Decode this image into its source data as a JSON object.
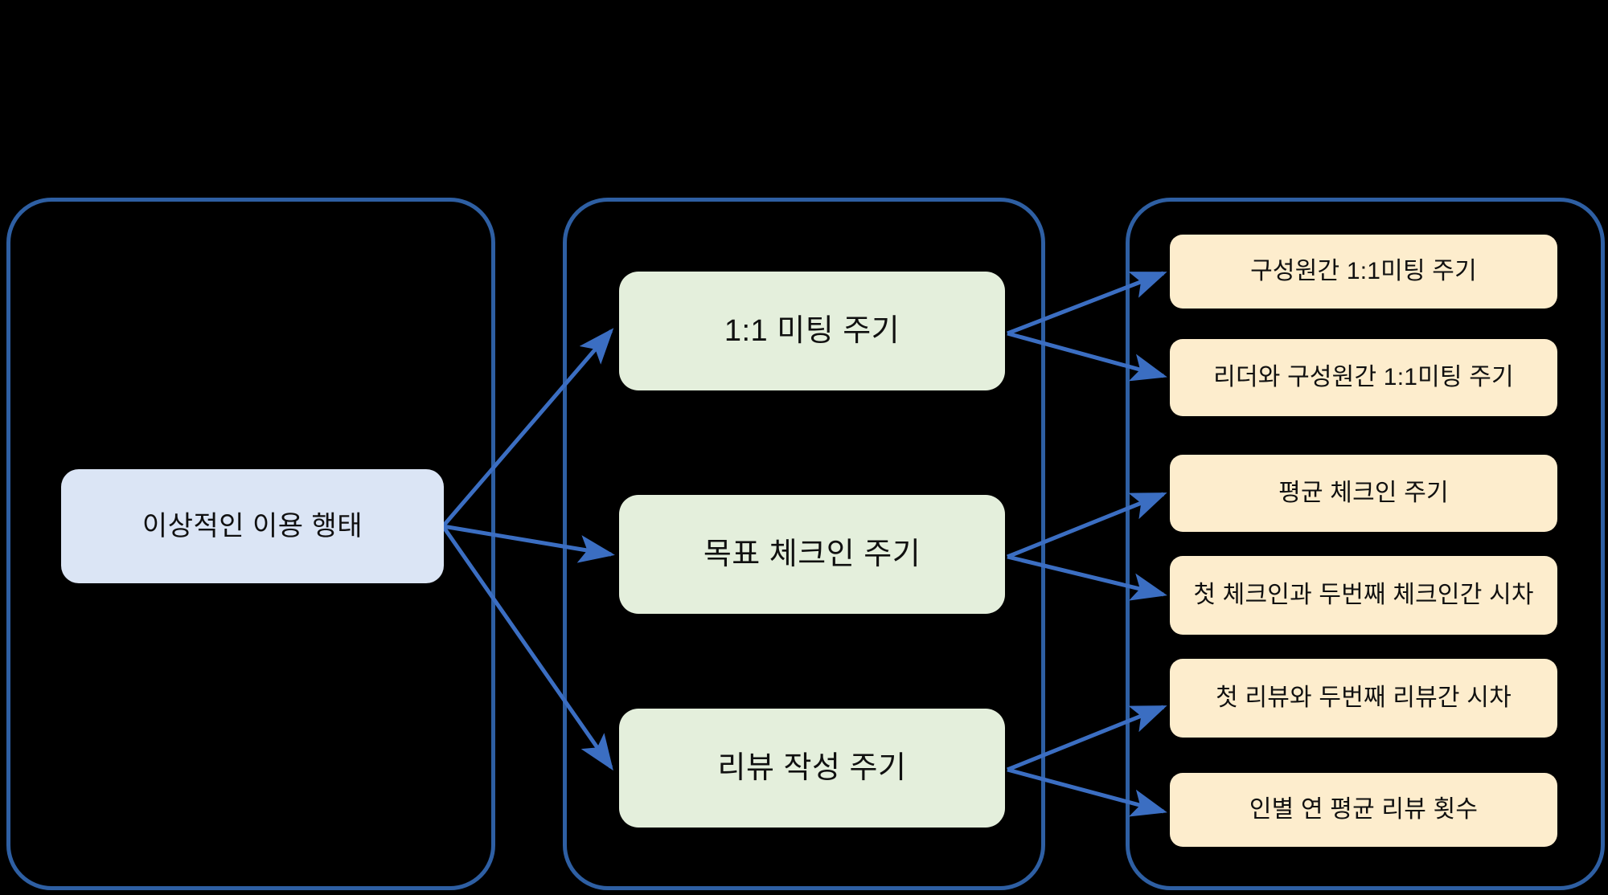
{
  "diagram": {
    "background_color": "#000000",
    "edge_color": "#3b6ec2",
    "group_border_color": "#2e5fa3",
    "root": {
      "label": "이상적인 이용 행태",
      "fill": "#dbe5f5"
    },
    "groups": [
      {
        "name": "group-behavior"
      },
      {
        "name": "group-cycle"
      },
      {
        "name": "group-metric"
      }
    ],
    "middle": [
      {
        "label": "1:1 미팅 주기",
        "fill": "#e4efdc"
      },
      {
        "label": "목표 체크인 주기",
        "fill": "#e4efdc"
      },
      {
        "label": "리뷰 작성 주기",
        "fill": "#e4efdc"
      }
    ],
    "leaves": [
      {
        "label": "구성원간 1:1미팅 주기",
        "fill": "#fdedcd"
      },
      {
        "label": "리더와 구성원간 1:1미팅 주기",
        "fill": "#fdedcd"
      },
      {
        "label": "평균 체크인 주기",
        "fill": "#fdedcd"
      },
      {
        "label": "첫 체크인과 두번째 체크인간 시차",
        "fill": "#fdedcd"
      },
      {
        "label": "첫 리뷰와 두번째 리뷰간 시차",
        "fill": "#fdedcd"
      },
      {
        "label": "인별 연 평균 리뷰 횟수",
        "fill": "#fdedcd"
      }
    ]
  }
}
